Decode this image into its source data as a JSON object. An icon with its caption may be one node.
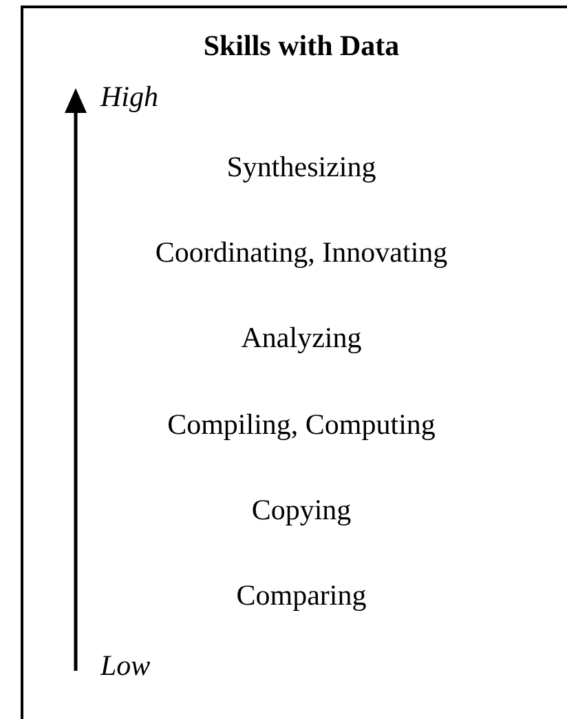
{
  "diagram": {
    "title": "Skills with Data",
    "labels": [
      "High",
      "Synthesizing",
      "Coordinating, Innovating",
      "Analyzing",
      "Compiling, Computing",
      "Copying",
      "Comparing",
      "Low"
    ]
  }
}
